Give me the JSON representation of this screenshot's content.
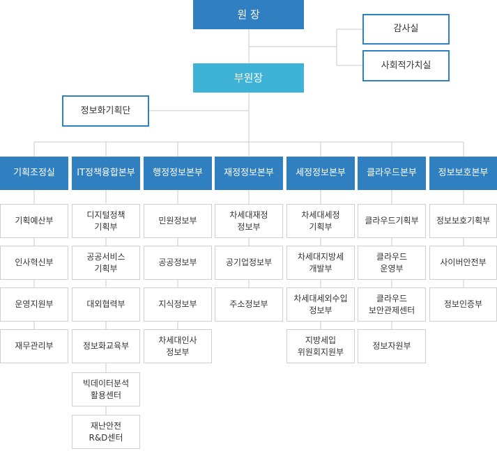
{
  "president": "원 장",
  "vice_president": "부원장",
  "audit_units": [
    "감사실",
    "사회적가치실"
  ],
  "planning_group": "정보화기획단",
  "headquarters": [
    {
      "name": "기획조정실",
      "units": [
        "기획예산부",
        "인사혁신부",
        "운영지원부",
        "재무관리부"
      ]
    },
    {
      "name": "IT정책융합본부",
      "units": [
        "디지털정책\n기획부",
        "공공서비스\n기획부",
        "대외협력부",
        "정보화교육부",
        "빅데이터분석\n활용센터",
        "재난안전\nR&D센터"
      ]
    },
    {
      "name": "행정정보본부",
      "units": [
        "민원정보부",
        "공공정보부",
        "지식정보부",
        "차세대인사\n정보부"
      ]
    },
    {
      "name": "재정정보본부",
      "units": [
        "차세대재정\n정보부",
        "공기업정보부",
        "주소정보부"
      ]
    },
    {
      "name": "세정정보본부",
      "units": [
        "차세대세정\n기획부",
        "차세대지방세\n개발부",
        "차세대세외수입\n정보부",
        "지방세입\n위원회지원부"
      ]
    },
    {
      "name": "클라우드본부",
      "units": [
        "클라우드기획부",
        "클라우드\n운영부",
        "클라우드\n보안관제센터",
        "정보자원부"
      ]
    },
    {
      "name": "정보보호본부",
      "units": [
        "정보보호기획부",
        "사이버안전부",
        "정보인증부"
      ]
    }
  ],
  "colors": {
    "primary": "#2f7fc1",
    "vice": "#3fb3d6",
    "line": "#c8c8c8",
    "sub_border": "#cfcfcf",
    "text": "#333333"
  }
}
